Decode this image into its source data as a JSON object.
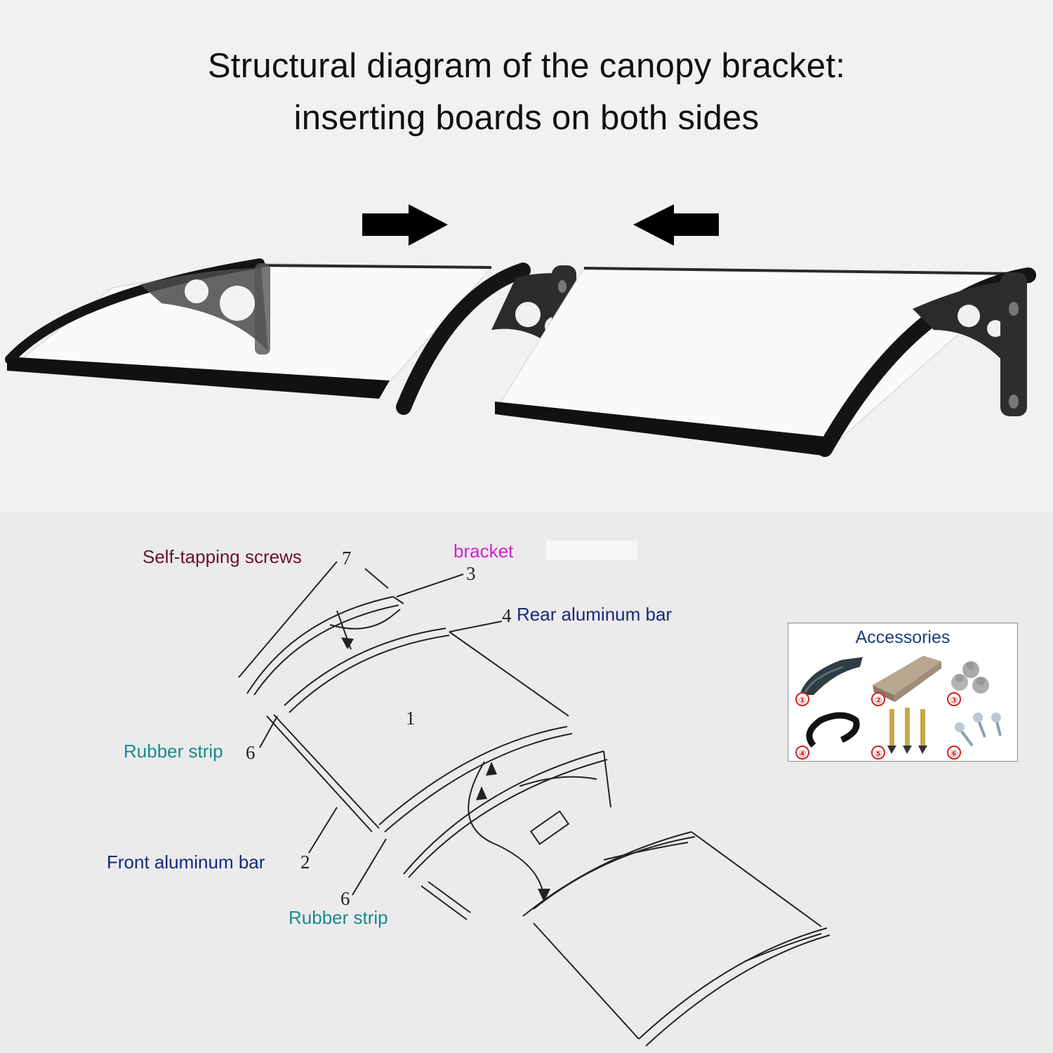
{
  "title": {
    "line1": "Structural diagram of the canopy bracket:",
    "line2": "inserting boards on both sides"
  },
  "labels": {
    "self_tapping_screws": "Self-tapping screws",
    "bracket": "bracket",
    "rear_aluminum_bar": "Rear aluminum bar",
    "rubber_strip_upper": "Rubber strip",
    "front_aluminum_bar": "Front aluminum bar",
    "rubber_strip_lower": "Rubber strip"
  },
  "numbers": {
    "n1": "1",
    "n2": "2",
    "n3": "3",
    "n4": "4",
    "n6a": "6",
    "n6b": "6",
    "n7": "7"
  },
  "accessories": {
    "title": "Accessories",
    "items": [
      "①",
      "②",
      "③",
      "④",
      "⑤",
      "⑥"
    ]
  },
  "colors": {
    "self_tapping_screws": "#6b1030",
    "bracket": "#d21fd2",
    "rear_aluminum_bar": "#142a7a",
    "rubber_strip": "#178a92",
    "front_aluminum_bar": "#142a7a",
    "accessories_title": "#1a3f7a"
  }
}
